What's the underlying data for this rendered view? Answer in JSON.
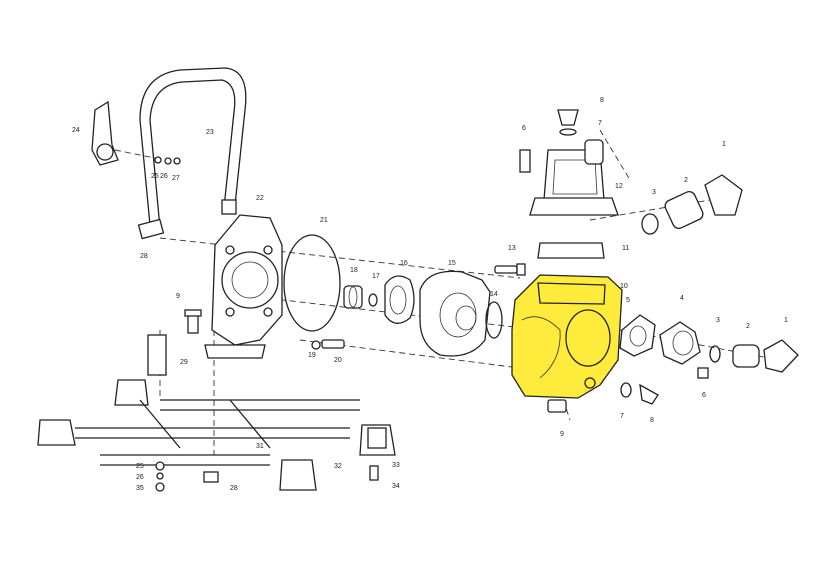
{
  "highlight_color": "#ffeb3b",
  "part_labels": {
    "p1a": "1",
    "p2a": "2",
    "p3a": "3",
    "p6a": "6",
    "p7a": "7",
    "p8a": "8",
    "p11": "11",
    "p12": "12",
    "p10": "10",
    "p13": "13",
    "p14": "14",
    "p15": "15",
    "p16": "16",
    "p17": "17",
    "p18": "18",
    "p19": "19",
    "p20": "20",
    "p21": "21",
    "p22": "22",
    "p23": "23",
    "p24": "24",
    "p25a": "25",
    "p26a": "26",
    "p27": "27",
    "p28a": "28",
    "p9a": "9",
    "p29": "29",
    "p5": "5",
    "p4": "4",
    "p3b": "3",
    "p2b": "2",
    "p1b": "1",
    "p6b": "6",
    "p7b": "7",
    "p8b": "8",
    "p9b": "9",
    "p31": "31",
    "p32": "32",
    "p33": "33",
    "p34": "34",
    "p25b": "25",
    "p26b": "26",
    "p35": "35",
    "p28b": "28"
  }
}
